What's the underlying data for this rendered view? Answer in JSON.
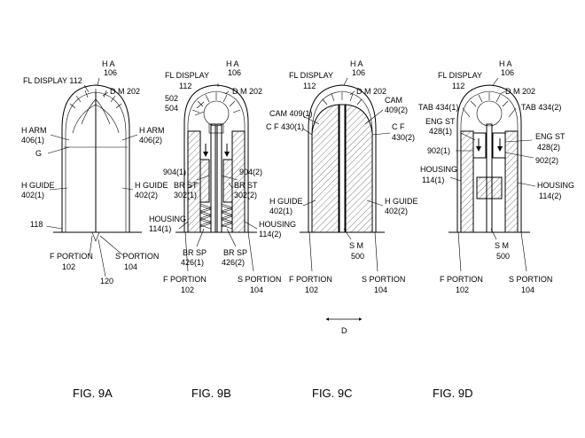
{
  "figures": [
    {
      "id": "9a",
      "caption": "FIG. 9A",
      "labels": {
        "ha": "H A",
        "ha_num": "106",
        "fl_display": "FL DISPLAY 112",
        "dm": "D M 202",
        "harm1": "H ARM",
        "harm1_num": "406(1)",
        "harm2": "H ARM",
        "harm2_num": "406(2)",
        "g": "G",
        "hguide1": "H GUIDE",
        "hguide1_num": "402(1)",
        "hguide2": "H GUIDE",
        "hguide2_num": "402(2)",
        "n118": "118",
        "fportion": "F PORTION",
        "fportion_num": "102",
        "sportion": "S PORTION",
        "sportion_num": "104",
        "n120": "120"
      }
    },
    {
      "id": "9b",
      "caption": "FIG. 9B",
      "labels": {
        "ha": "H A",
        "ha_num": "106",
        "fl_display": "FL DISPLAY",
        "fl_display_num": "112",
        "dm": "D M 202",
        "n502": "502",
        "n504": "504",
        "n904_1": "904(1)",
        "n904_2": "904(2)",
        "brst1": "BR ST",
        "brst1_num": "302(1)",
        "brst2": "BR ST",
        "brst2_num": "302(2)",
        "housing1": "HOUSING",
        "housing1_num": "114(1)",
        "housing2": "HOUSING",
        "housing2_num": "114(2)",
        "brsp1": "BR SP",
        "brsp1_num": "426(1)",
        "brsp2": "BR SP",
        "brsp2_num": "426(2)",
        "fportion": "F PORTION",
        "fportion_num": "102",
        "sportion": "S PORTION",
        "sportion_num": "104"
      }
    },
    {
      "id": "9c",
      "caption": "FIG. 9C",
      "labels": {
        "ha": "H A",
        "ha_num": "106",
        "fl_display": "FL DISPLAY",
        "fl_display_num": "112",
        "dm": "D M 202",
        "cam1": "CAM 409(1)",
        "cam2": "CAM",
        "cam2_num": "409(2)",
        "cf1": "C F 430(1)",
        "cf2": "C F",
        "cf2_num": "430(2)",
        "hguide1": "H GUIDE",
        "hguide1_num": "402(1)",
        "hguide2": "H GUIDE",
        "hguide2_num": "402(2)",
        "sm": "S M",
        "sm_num": "500",
        "fportion": "F PORTION",
        "fportion_num": "102",
        "sportion": "S PORTION",
        "sportion_num": "104",
        "d": "D"
      }
    },
    {
      "id": "9d",
      "caption": "FIG. 9D",
      "labels": {
        "ha": "H A",
        "ha_num": "106",
        "fl_display": "FL DISPLAY",
        "fl_display_num": "112",
        "dm": "D M 202",
        "tab1": "TAB 434(1)",
        "tab2": "TAB 434(2)",
        "engst1": "ENG ST",
        "engst1_num": "428(1)",
        "engst2": "ENG ST",
        "engst2_num": "428(2)",
        "n902_1": "902(1)",
        "n902_2": "902(2)",
        "housing1": "HOUSING",
        "housing1_num": "114(1)",
        "housing2": "HOUSING",
        "housing2_num": "114(2)",
        "sm": "S M",
        "sm_num": "500",
        "fportion": "F PORTION",
        "fportion_num": "102",
        "sportion": "S PORTION",
        "sportion_num": "104"
      }
    }
  ]
}
